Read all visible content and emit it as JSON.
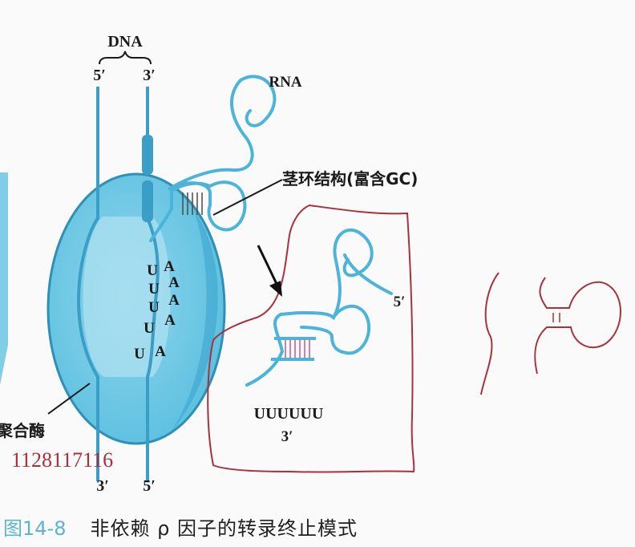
{
  "labels": {
    "dna": "DNA",
    "top_left_end": "5′",
    "top_right_end": "3′",
    "rna": "RNA",
    "stem_loop": "茎环结构(富含GC)",
    "inset_5p": "5′",
    "inset_u_tail": "UUUUUU",
    "inset_3p": "3′",
    "enzyme_partial": "聚合酶",
    "bottom_left_end": "3′",
    "bottom_right_end": "5′"
  },
  "template_u_strand": [
    "U",
    "U",
    "U",
    "U",
    "U"
  ],
  "rna_a_strand": [
    "A",
    "A",
    "A",
    "A",
    "A"
  ],
  "handwritten_number": "1128117116",
  "caption": {
    "figure_number": "图14-8",
    "text": "非依赖 ρ 因子的转录终止模式"
  },
  "colors": {
    "strand": "#4bb4d8",
    "enzyme": "#6cc9e4",
    "ink_red": "#a8323c",
    "caption_blue": "#5ab4cf"
  }
}
